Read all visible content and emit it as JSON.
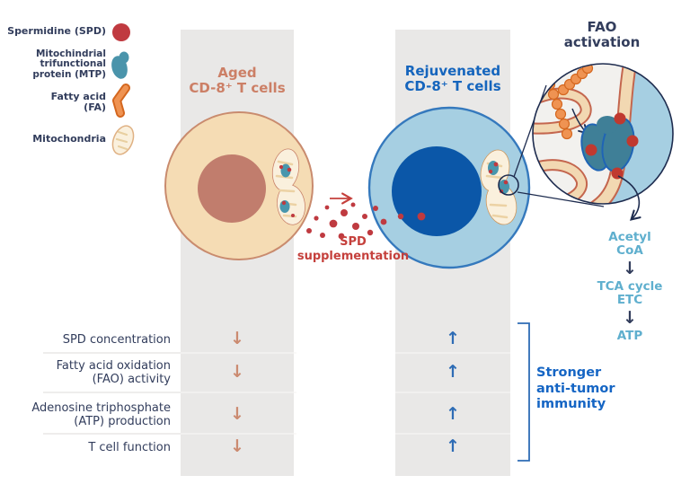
{
  "colors": {
    "navy": "#323d5c",
    "spd_red": "#c5403c",
    "dot_red": "#bf3a40",
    "salmon": "#cb8a70",
    "aged_title": "#cc7f66",
    "blue_title": "#1565bd",
    "blue_arrow": "#2e6cb5",
    "pathway": "#5fafce",
    "outcome": "#1565c4",
    "col_gray": "#e9e8e7",
    "cell_beige": "#f5dcb4",
    "cell_beige_border": "#c98b6e",
    "nucleus_aged": "#c17d6d",
    "cell_blue": "#a6cfe2",
    "cell_blue_border": "#3579bd",
    "nucleus_blue": "#0b57a8",
    "mito_cream": "#faf0dd",
    "mtp_teal": "#4896ad",
    "fatty_acid_orange": "#ef9352"
  },
  "legend": {
    "items": [
      {
        "label": "Spermidine (SPD)",
        "icon": "spermidine-icon"
      },
      {
        "label": "Mitochindrial\ntrifunctional\nprotein (MTP)",
        "icon": "mtp-icon"
      },
      {
        "label": "Fatty acid\n(FA)",
        "icon": "fatty-acid-icon"
      },
      {
        "label": "Mitochondria",
        "icon": "mitochondria-icon"
      }
    ]
  },
  "aged": {
    "title": "Aged\nCD-8⁺ T cells"
  },
  "rejuvenated": {
    "title": "Rejuvenated\nCD-8⁺ T cells"
  },
  "spd": {
    "label": "SPD\nsupplementation"
  },
  "fao": {
    "title": "FAO\nactivation"
  },
  "pathway": {
    "steps": [
      "Acetyl\nCoA",
      "TCA cycle\nETC",
      "ATP"
    ],
    "arrow": "↓"
  },
  "table": {
    "rows": [
      {
        "label": "SPD concentration",
        "aged_arrow": "↓",
        "rejuvenated_arrow": "↑"
      },
      {
        "label": "Fatty acid oxidation\n(FAO) activity",
        "aged_arrow": "↓",
        "rejuvenated_arrow": "↑"
      },
      {
        "label": "Adenosine triphosphate\n(ATP) production",
        "aged_arrow": "↓",
        "rejuvenated_arrow": "↑"
      },
      {
        "label": "T cell function",
        "aged_arrow": "↓",
        "rejuvenated_arrow": "↑"
      }
    ]
  },
  "outcome": {
    "label": "Stronger\nanti-tumor\nimmunity"
  }
}
